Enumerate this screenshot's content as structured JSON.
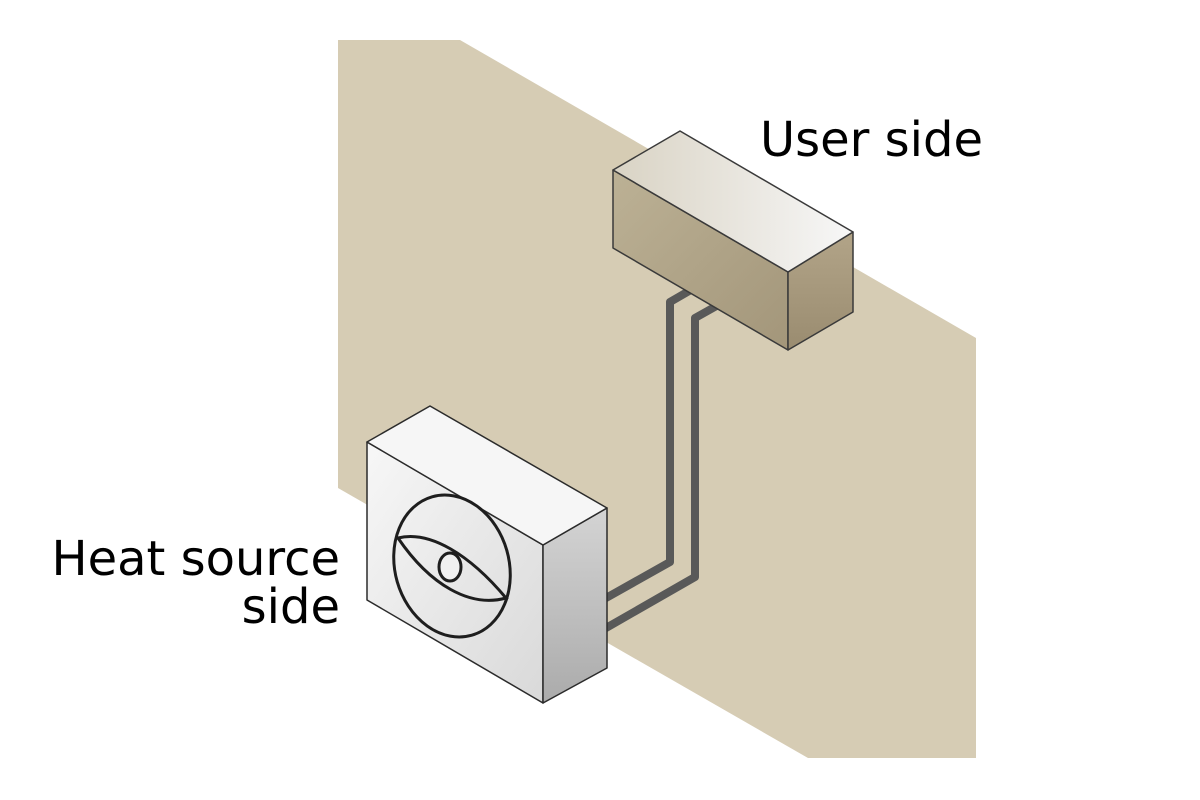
{
  "labels": {
    "user_side": "User side",
    "heat_source_line1": "Heat source",
    "heat_source_line2": "side"
  },
  "colors": {
    "wall": "#d6ccb4",
    "pipe": "#595959",
    "outline": "#2b2b2b",
    "indoor_front": "#b3a78c",
    "indoor_top": "#f4f4f4",
    "indoor_side": "#a39478",
    "outdoor_front": "#efefef",
    "outdoor_top": "#f6f6f6",
    "outdoor_side": "#c4c4c4",
    "fan_stroke": "#1e1e1e"
  }
}
